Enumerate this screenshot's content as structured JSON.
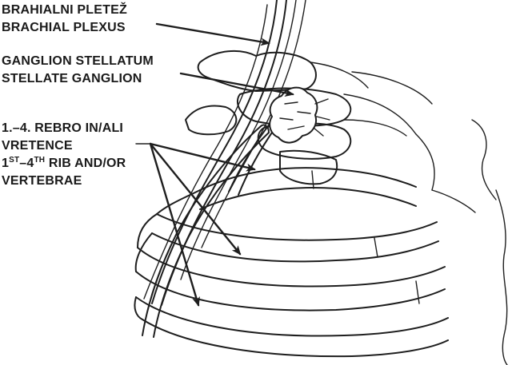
{
  "labels": {
    "plexus": {
      "line1": "BRAHIALNI PLETEŽ",
      "line2": "BRACHIAL PLEXUS"
    },
    "ganglion": {
      "line1": "GANGLION STELLATUM",
      "line2": "STELLATE GANGLION"
    },
    "ribs": {
      "line1": "1.–4. REBRO IN/ALI",
      "line2": "VRETENCE",
      "line3_ordinal1": "1",
      "line3_sup1": "ST",
      "line3_mid": "–4",
      "line3_sup2": "TH",
      "line3_tail": " RIB AND/OR",
      "line4": "VERTEBRAE"
    }
  },
  "colors": {
    "ink": "#1e1e1e",
    "background": "#ffffff"
  }
}
